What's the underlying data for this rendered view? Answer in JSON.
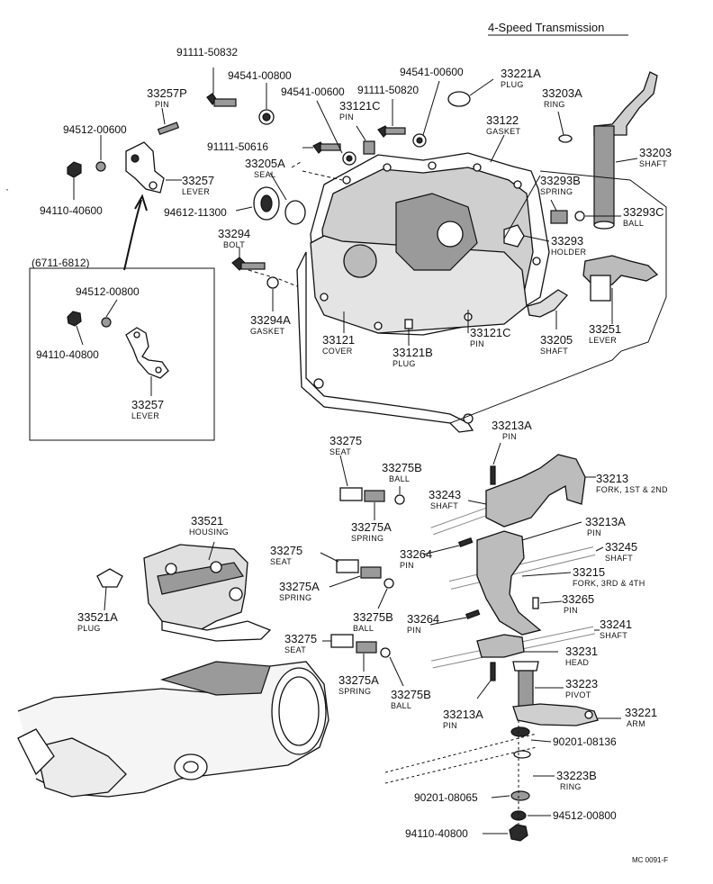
{
  "title": "4-Speed Transmission",
  "footer_code": "MC 0091-F",
  "inset": {
    "range": "(6711-6812)"
  },
  "callouts": {
    "c_91111_50832": {
      "num": "91111-50832",
      "desc": ""
    },
    "c_94541_00800_a": {
      "num": "94541-00800",
      "desc": ""
    },
    "c_94541_00600_a": {
      "num": "94541-00600",
      "desc": ""
    },
    "c_94541_00600_b": {
      "num": "94541-00600",
      "desc": ""
    },
    "c_91111_50820": {
      "num": "91111-50820",
      "desc": ""
    },
    "c_33221A": {
      "num": "33221A",
      "desc": "PLUG"
    },
    "c_33257P": {
      "num": "33257P",
      "desc": "PIN"
    },
    "c_33203A": {
      "num": "33203A",
      "desc": "RING"
    },
    "c_33121C_top": {
      "num": "33121C",
      "desc": "PIN"
    },
    "c_33122": {
      "num": "33122",
      "desc": "GASKET"
    },
    "c_94512_00600": {
      "num": "94512-00600",
      "desc": ""
    },
    "c_91111_50616": {
      "num": "91111-50616",
      "desc": ""
    },
    "c_33203": {
      "num": "33203",
      "desc": "SHAFT"
    },
    "c_33205A": {
      "num": "33205A",
      "desc": "SEAL"
    },
    "c_33257_top": {
      "num": "33257",
      "desc": "LEVER"
    },
    "c_33293B": {
      "num": "33293B",
      "desc": "SPRING"
    },
    "c_94110_40600": {
      "num": "94110-40600",
      "desc": ""
    },
    "c_94612_11300": {
      "num": "94612-11300",
      "desc": ""
    },
    "c_33293C": {
      "num": "33293C",
      "desc": "BALL"
    },
    "c_33294": {
      "num": "33294",
      "desc": "BOLT"
    },
    "c_33293": {
      "num": "33293",
      "desc": "HOLDER"
    },
    "c_94512_00800_in": {
      "num": "94512-00800",
      "desc": ""
    },
    "c_33294A": {
      "num": "33294A",
      "desc": "GASKET"
    },
    "c_33251": {
      "num": "33251",
      "desc": "LEVER"
    },
    "c_33121": {
      "num": "33121",
      "desc": "COVER"
    },
    "c_33121B": {
      "num": "33121B",
      "desc": "PLUG"
    },
    "c_33121C_mid": {
      "num": "33121C",
      "desc": "PIN"
    },
    "c_33205": {
      "num": "33205",
      "desc": "SHAFT"
    },
    "c_94110_40800_in": {
      "num": "94110-40800",
      "desc": ""
    },
    "c_33257_in": {
      "num": "33257",
      "desc": "LEVER"
    },
    "c_33213A_top": {
      "num": "33213A",
      "desc": "PIN"
    },
    "c_33275_a": {
      "num": "33275",
      "desc": "SEAT"
    },
    "c_33275B_a": {
      "num": "33275B",
      "desc": "BALL"
    },
    "c_33213": {
      "num": "33213",
      "desc": "FORK, 1ST & 2ND"
    },
    "c_33243": {
      "num": "33243",
      "desc": "SHAFT"
    },
    "c_33275A_a": {
      "num": "33275A",
      "desc": "SPRING"
    },
    "c_33521": {
      "num": "33521",
      "desc": "HOUSING"
    },
    "c_33213A_mid": {
      "num": "33213A",
      "desc": "PIN"
    },
    "c_33275_b": {
      "num": "33275",
      "desc": "SEAT"
    },
    "c_33264_a": {
      "num": "33264",
      "desc": "PIN"
    },
    "c_33245": {
      "num": "33245",
      "desc": "SHAFT"
    },
    "c_33215": {
      "num": "33215",
      "desc": "FORK, 3RD & 4TH"
    },
    "c_33275A_b": {
      "num": "33275A",
      "desc": "SPRING"
    },
    "c_33265": {
      "num": "33265",
      "desc": "PIN"
    },
    "c_33521A": {
      "num": "33521A",
      "desc": "PLUG"
    },
    "c_33275B_b": {
      "num": "33275B",
      "desc": "BALL"
    },
    "c_33264_b": {
      "num": "33264",
      "desc": "PIN"
    },
    "c_33241": {
      "num": "33241",
      "desc": "SHAFT"
    },
    "c_33275_c": {
      "num": "33275",
      "desc": "SEAT"
    },
    "c_33231": {
      "num": "33231",
      "desc": "HEAD"
    },
    "c_33223": {
      "num": "33223",
      "desc": "PIVOT"
    },
    "c_33275A_c": {
      "num": "33275A",
      "desc": "SPRING"
    },
    "c_33275B_c": {
      "num": "33275B",
      "desc": "BALL"
    },
    "c_33213A_bot": {
      "num": "33213A",
      "desc": "PIN"
    },
    "c_33221": {
      "num": "33221",
      "desc": "ARM"
    },
    "c_90201_08136": {
      "num": "90201-08136",
      "desc": ""
    },
    "c_33223B": {
      "num": "33223B",
      "desc": "RING"
    },
    "c_90201_08065": {
      "num": "90201-08065",
      "desc": ""
    },
    "c_94512_00800_bot": {
      "num": "94512-00800",
      "desc": ""
    },
    "c_94110_40800_bot": {
      "num": "94110-40800",
      "desc": ""
    }
  }
}
